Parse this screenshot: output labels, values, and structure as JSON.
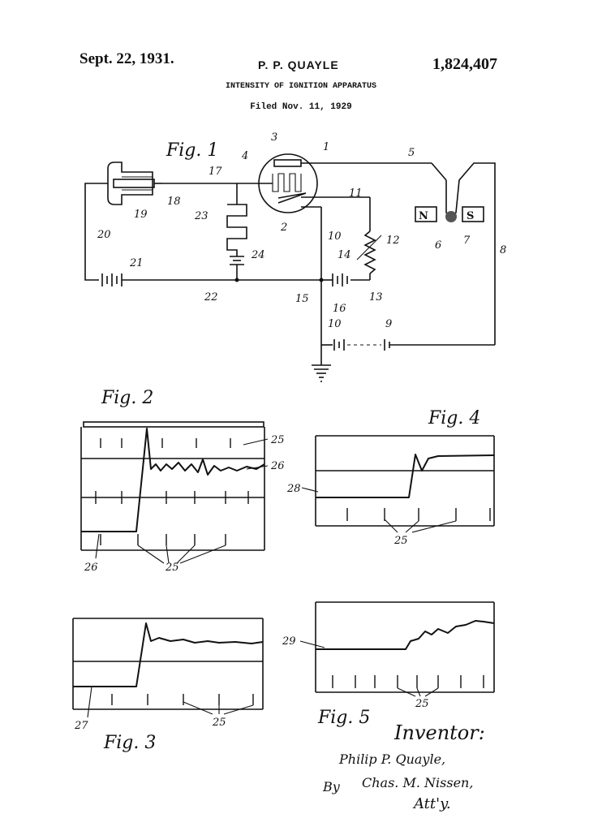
{
  "header": {
    "date": "Sept. 22, 1931.",
    "inventor_name": "P. P. QUAYLE",
    "patent_number": "1,824,407",
    "title": "INTENSITY OF IGNITION APPARATUS",
    "filed": "Filed Nov. 11, 1929"
  },
  "figures": {
    "fig1": "Fig. 1",
    "fig2": "Fig. 2",
    "fig3": "Fig. 3",
    "fig4": "Fig. 4",
    "fig5": "Fig. 5"
  },
  "labels": {
    "n1": "1",
    "n2": "2",
    "n3": "3",
    "n4": "4",
    "n5": "5",
    "n6": "6",
    "n7": "7",
    "n8": "8",
    "n9": "9",
    "n10": "10",
    "n10b": "10",
    "n11": "11",
    "n12": "12",
    "n13": "13",
    "n14": "14",
    "n15": "15",
    "n16": "16",
    "n17": "17",
    "n18": "18",
    "n19": "19",
    "n20": "20",
    "n21": "21",
    "n22": "22",
    "n23": "23",
    "n24": "24",
    "magnet_n": "N",
    "magnet_s": "S",
    "n25_fig2a": "25",
    "n25_fig2b": "25",
    "n26_fig2a": "26",
    "n26_fig2b": "26",
    "n25_fig3": "25",
    "n27": "27",
    "n25_fig4": "25",
    "n28": "28",
    "n25_fig5": "25",
    "n29": "29"
  },
  "signature": {
    "heading": "Inventor:",
    "inventor": "Philip P. Quayle,",
    "by": "By",
    "attorney": "Chas. M. Nissen,",
    "atty": "Att'y."
  }
}
